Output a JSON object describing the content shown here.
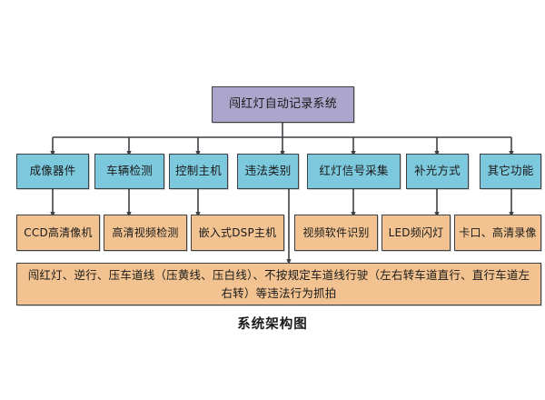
{
  "diagram": {
    "caption": "系统架构图",
    "colors": {
      "root_fill": "#ACA6CC",
      "level1_fill": "#7CC8DC",
      "level2_fill": "#F2C391",
      "stroke": "#3F3F46",
      "background": "#FFFFFF",
      "text": "#1A1A1A"
    },
    "root": {
      "label": "闯红灯自动记录系统"
    },
    "level1": [
      {
        "label": "成像器件"
      },
      {
        "label": "车辆检测"
      },
      {
        "label": "控制主机"
      },
      {
        "label": "违法类别"
      },
      {
        "label": "红灯信号采集"
      },
      {
        "label": "补光方式"
      },
      {
        "label": "其它功能"
      }
    ],
    "level2": [
      {
        "label": "CCD高清像机"
      },
      {
        "label": "高清视频检测"
      },
      {
        "label": "嵌入式DSP主机"
      },
      {
        "label": "视频软件识别"
      },
      {
        "label": "LED频闪灯"
      },
      {
        "label": "卡口、高清录像"
      }
    ],
    "footer": {
      "label": "闯红灯、逆行、压车道线（压黄线、压白线）、不按规定车道线行驶（左右转车道直行、直行车道左右转）等违法行为抓拍"
    },
    "edges": [
      {
        "from": "闯红灯自动记录系统",
        "to": "成像器件"
      },
      {
        "from": "闯红灯自动记录系统",
        "to": "车辆检测"
      },
      {
        "from": "闯红灯自动记录系统",
        "to": "控制主机"
      },
      {
        "from": "闯红灯自动记录系统",
        "to": "违法类别"
      },
      {
        "from": "闯红灯自动记录系统",
        "to": "红灯信号采集"
      },
      {
        "from": "闯红灯自动记录系统",
        "to": "补光方式"
      },
      {
        "from": "闯红灯自动记录系统",
        "to": "其它功能"
      },
      {
        "from": "成像器件",
        "to": "CCD高清像机"
      },
      {
        "from": "车辆检测",
        "to": "高清视频检测"
      },
      {
        "from": "控制主机",
        "to": "嵌入式DSP主机"
      },
      {
        "from": "红灯信号采集",
        "to": "视频软件识别"
      },
      {
        "from": "补光方式",
        "to": "LED频闪灯"
      },
      {
        "from": "其它功能",
        "to": "卡口、高清录像"
      },
      {
        "from": "违法类别",
        "to": "闯红灯、逆行、压车道线（压黄线、压白线）、不按规定车道线行驶（左右转车道直行、直行车道左右转）等违法行为抓拍"
      }
    ]
  }
}
